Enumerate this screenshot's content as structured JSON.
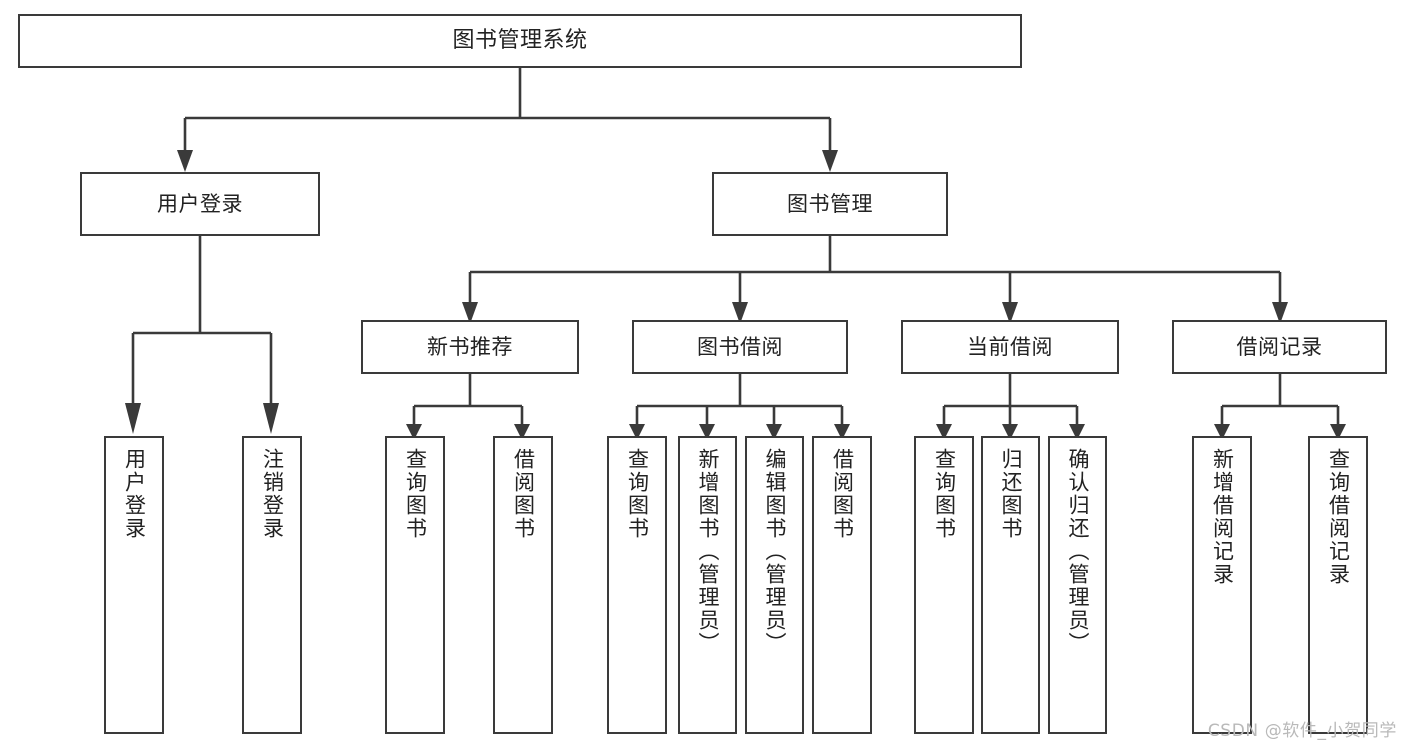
{
  "diagram": {
    "title": "图书管理系统",
    "type": "hierarchy-tree",
    "root": {
      "id": "root",
      "label": "图书管理系统"
    },
    "level2": [
      {
        "id": "user-login",
        "label": "用户登录"
      },
      {
        "id": "book-manage",
        "label": "图书管理"
      }
    ],
    "level3": [
      {
        "id": "new-book-rec",
        "label": "新书推荐"
      },
      {
        "id": "book-borrow",
        "label": "图书借阅"
      },
      {
        "id": "current-borrow",
        "label": "当前借阅"
      },
      {
        "id": "borrow-record",
        "label": "借阅记录"
      }
    ],
    "leaves": {
      "user_login": [
        {
          "id": "leaf-user-login",
          "label": "用户登录"
        },
        {
          "id": "leaf-logout-login",
          "label": "注销登录"
        }
      ],
      "new_book_rec": [
        {
          "id": "leaf-query-book-1",
          "label": "查询图书"
        },
        {
          "id": "leaf-borrow-book-1",
          "label": "借阅图书"
        }
      ],
      "book_borrow": [
        {
          "id": "leaf-query-book-2",
          "label": "查询图书"
        },
        {
          "id": "leaf-add-book",
          "label": "新增图书（管理员）"
        },
        {
          "id": "leaf-edit-book",
          "label": "编辑图书（管理员）"
        },
        {
          "id": "leaf-borrow-book-2",
          "label": "借阅图书"
        }
      ],
      "current_borrow": [
        {
          "id": "leaf-query-book-3",
          "label": "查询图书"
        },
        {
          "id": "leaf-return-book",
          "label": "归还图书"
        },
        {
          "id": "leaf-confirm-return",
          "label": "确认归还（管理员）"
        }
      ],
      "borrow_record": [
        {
          "id": "leaf-add-record",
          "label": "新增借阅记录"
        },
        {
          "id": "leaf-query-record",
          "label": "查询借阅记录"
        }
      ]
    }
  },
  "watermark": {
    "text": "CSDN @软件_小贺同学"
  },
  "colors": {
    "background": "#ffffff",
    "box_fill": "#ffffff",
    "box_border": "#3a3a3a",
    "edge": "#3a3a3a",
    "text": "#222222",
    "watermark": "#b9b9b9"
  }
}
